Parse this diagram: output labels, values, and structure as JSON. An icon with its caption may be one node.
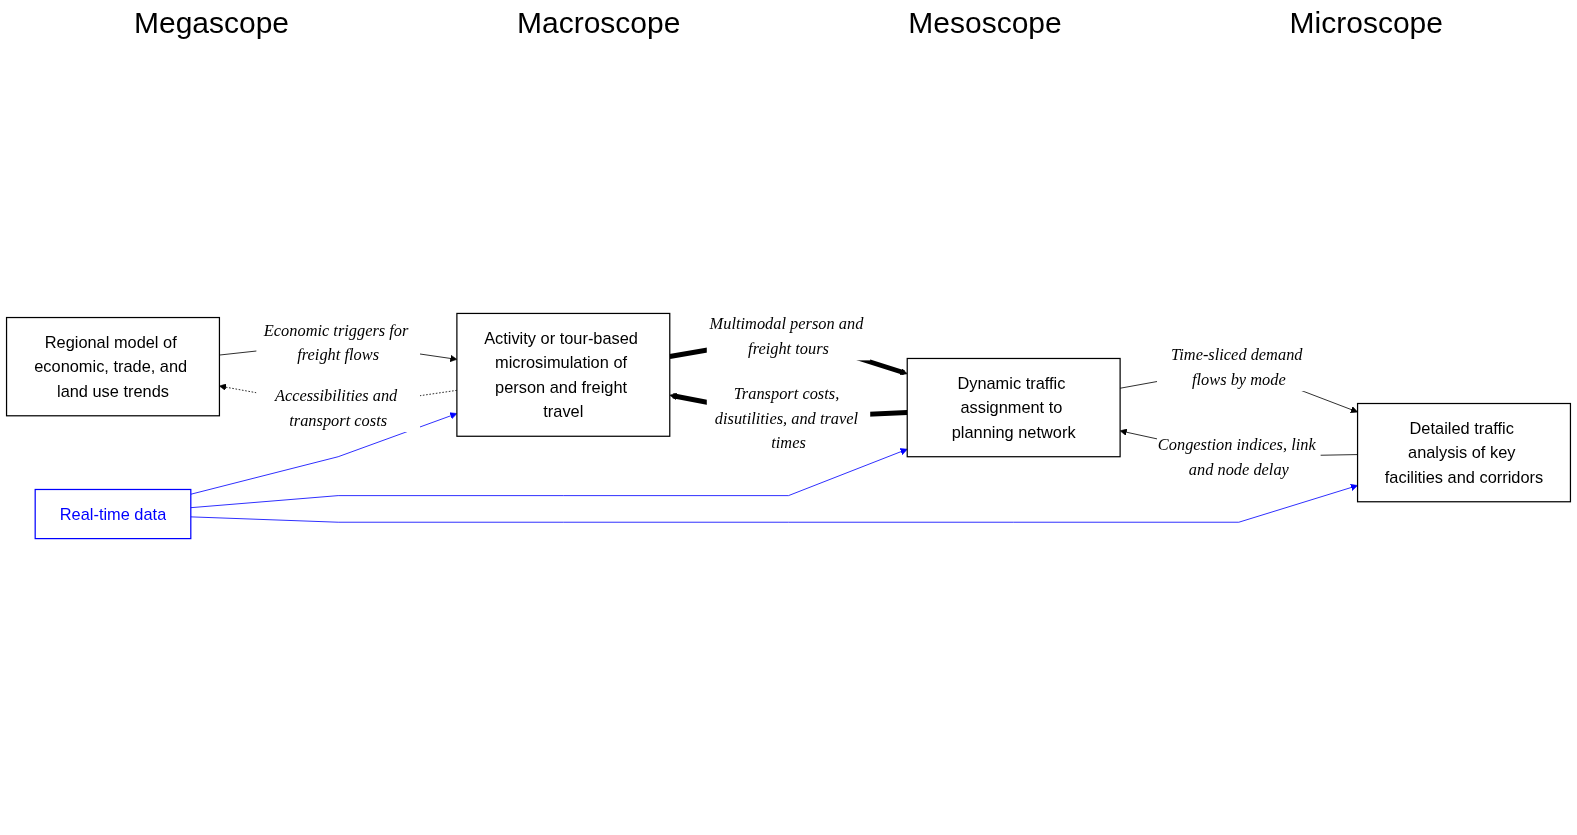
{
  "diagram": {
    "nodes": [
      {
        "text": [
          "Regional model of economic, trade, and land use trends"
        ]
      },
      {
        "text": [
          "Activity or tour-based microsimulation of person and freight travel"
        ]
      },
      {
        "text": [
          "Dynamic traffic assignment to planning network"
        ]
      },
      {
        "text": [
          "Detailed traffic analysis of key facilities and corridors"
        ]
      },
      {
        "text": [
          "Real-time data"
        ]
      }
    ],
    "edges": [
      {
        "from": 0,
        "to": 1,
        "arrow": "to",
        "label": "Economic triggers for freight flows"
      },
      {
        "from": 1,
        "to": 2,
        "arrow": "to",
        "label": "Multimodal person and freight tours",
        "style": "thick"
      },
      {
        "from": 2,
        "to": 3,
        "arrow": "to",
        "label": "Time-sliced demand flows by mode"
      },
      {
        "from": 1,
        "to": 0,
        "arrow": "to",
        "label": "Accessibilities and transport costs",
        "style": "dashed"
      },
      {
        "from": 2,
        "to": 1,
        "arrow": "to",
        "label": "Transport costs, disutilities, and travel times",
        "style": "thick"
      },
      {
        "from": 3,
        "to": 2,
        "arrow": "to",
        "label": "Congestion indices, link and node delay"
      },
      {
        "from": 4,
        "to": 1,
        "arrow": "to",
        "color": "#0000ff"
      },
      {
        "from": 4,
        "to": 2,
        "arrow": "to",
        "color": "#0000ff"
      },
      {
        "from": 4,
        "to": 3,
        "arrow": "to",
        "color": "#0000ff"
      }
    ],
    "labels": [
      "Megascope",
      "Macroscope",
      "Mesoscope",
      "Microscope"
    ]
  }
}
